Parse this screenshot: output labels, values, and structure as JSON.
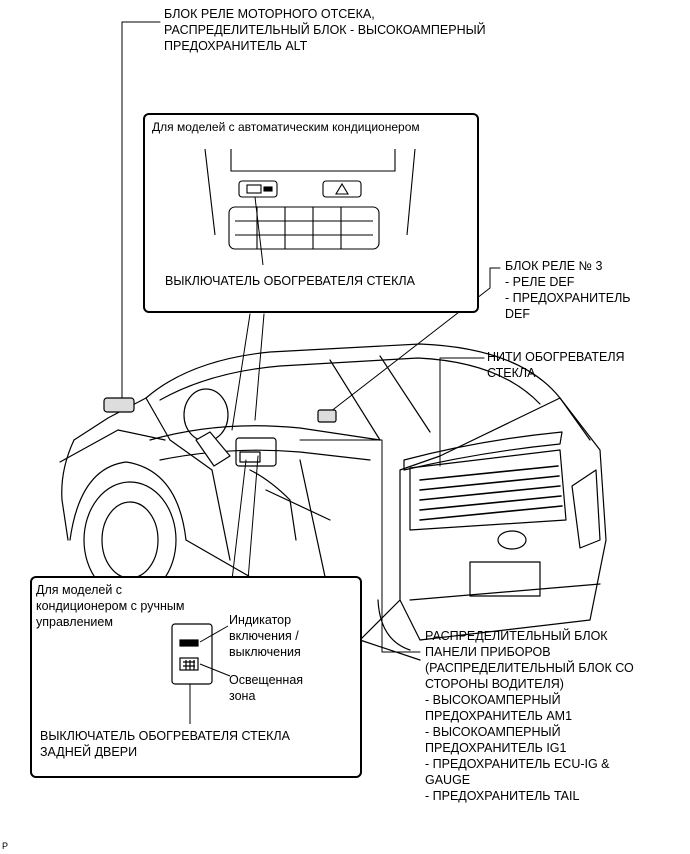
{
  "labels": {
    "engine_relay_block": "БЛОК РЕЛЕ МОТОРНОГО ОТСЕКА,\nРАСПРЕДЕЛИТЕЛЬНЫЙ БЛОК - ВЫСОКОАМПЕРНЫЙ\nПРЕДОХРАНИТЕЛЬ ALT",
    "auto_ac_caption": "Для моделей с автоматическим кондиционером",
    "defogger_switch": "ВЫКЛЮЧАТЕЛЬ ОБОГРЕВАТЕЛЯ СТЕКЛА",
    "relay_block_3": "БЛОК РЕЛЕ № 3\n- РЕЛЕ DEF\n- ПРЕДОХРАНИТЕЛЬ\nDEF",
    "defogger_wires": "НИТИ ОБОГРЕВАТЕЛЯ\nСТЕКЛА",
    "manual_ac_caption": "Для моделей с\nкондиционером с ручным\nуправлением",
    "indicator": "Индикатор\nвключения /\nвыключения",
    "illuminated_zone": "Освещенная\nзона",
    "back_door_switch": "ВЫКЛЮЧАТЕЛЬ ОБОГРЕВАТЕЛЯ СТЕКЛА\nЗАДНЕЙ ДВЕРИ",
    "instrument_panel_block": "РАСПРЕДЕЛИТЕЛЬНЫЙ БЛОК\nПАНЕЛИ ПРИБОРОВ\n(РАСПРЕДЕЛИТЕЛЬНЫЙ БЛОК СО\nСТОРОНЫ ВОДИТЕЛЯ)\n- ВЫСОКОАМПЕРНЫЙ\nПРЕДОХРАНИТЕЛЬ AM1\n- ВЫСОКОАМПЕРНЫЙ\nПРЕДОХРАНИТЕЛЬ IG1\n- ПРЕДОХРАНИТЕЛЬ ECU-IG &\nGAUGE\n- ПРЕДОХРАНИТЕЛЬ TAIL",
    "corner_mark": "P"
  }
}
